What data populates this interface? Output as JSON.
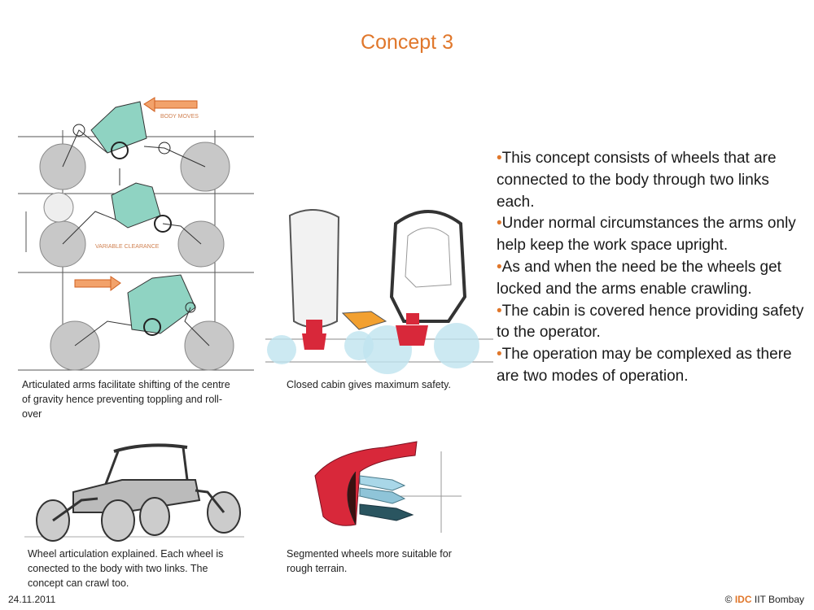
{
  "title": "Concept 3",
  "sketches": [
    {
      "caption": "Articulated arms facilitate shifting of the centre of gravity hence preventing toppling and roll- over",
      "annotations": [
        "BODY MOVES",
        "VARIABLE CLEARANCE"
      ]
    },
    {
      "caption": "Closed cabin gives maximum safety."
    },
    {
      "caption": "Wheel articulation explained. Each wheel is conected to the body with two links. The concept can crawl too."
    },
    {
      "caption": "Segmented wheels more suitable for rough terrain."
    }
  ],
  "bullets": [
    "This concept consists of wheels that are connected to the body through two links each.",
    "Under normal circumstances the arms only help keep the work space upright.",
    "As and when the need be the wheels get locked and the arms enable crawling.",
    "The cabin is covered hence providing safety to the operator.",
    "The operation may be complexed as there are two modes of operation."
  ],
  "bullet_marker": "•",
  "footer": {
    "date": "24.11.2011",
    "copyright": "©",
    "org_short": "IDC",
    "org_name": "IIT Bombay"
  },
  "colors": {
    "accent": "#e0772b",
    "cabin_teal": "#8fd3c2",
    "cabin_red": "#d8283a",
    "wheel_blue": "#bfe3ef"
  }
}
